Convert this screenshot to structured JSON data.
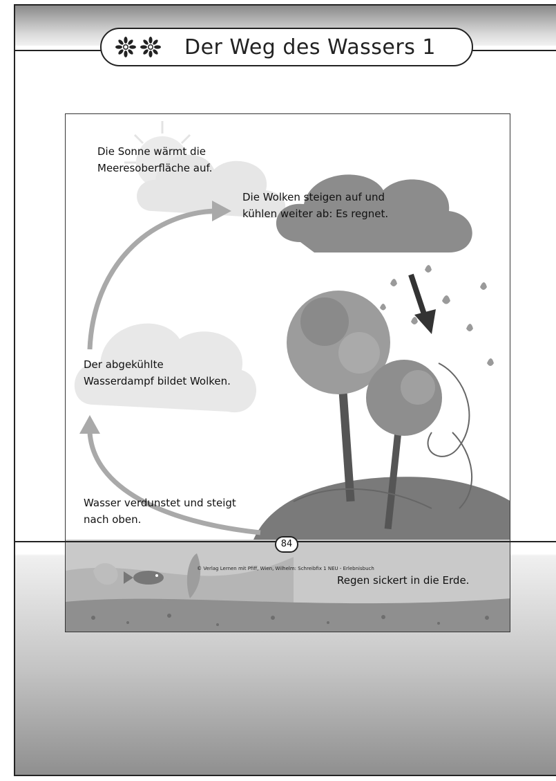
{
  "header": {
    "title": "Der Weg des Wassers 1"
  },
  "diagram": {
    "captions": {
      "sun": [
        "Die Sonne wärmt die",
        "Meeresoberfläche auf."
      ],
      "clouds_rain": [
        "Die Wolken steigen auf und",
        "kühlen weiter ab: Es regnet."
      ],
      "vapor": [
        "Der abgekühlte",
        "Wasserdampf bildet Wolken."
      ],
      "evaporate": [
        "Wasser verdunstet und steigt",
        "nach oben."
      ],
      "seep": "Regen sickert in die Erde."
    }
  },
  "footer": {
    "page_number": "84",
    "copyright": "© Verlag Lernen mit Pfiff, Wien, Wilhelm: Schreibfix 1 NEU - Erlebnisbuch"
  }
}
